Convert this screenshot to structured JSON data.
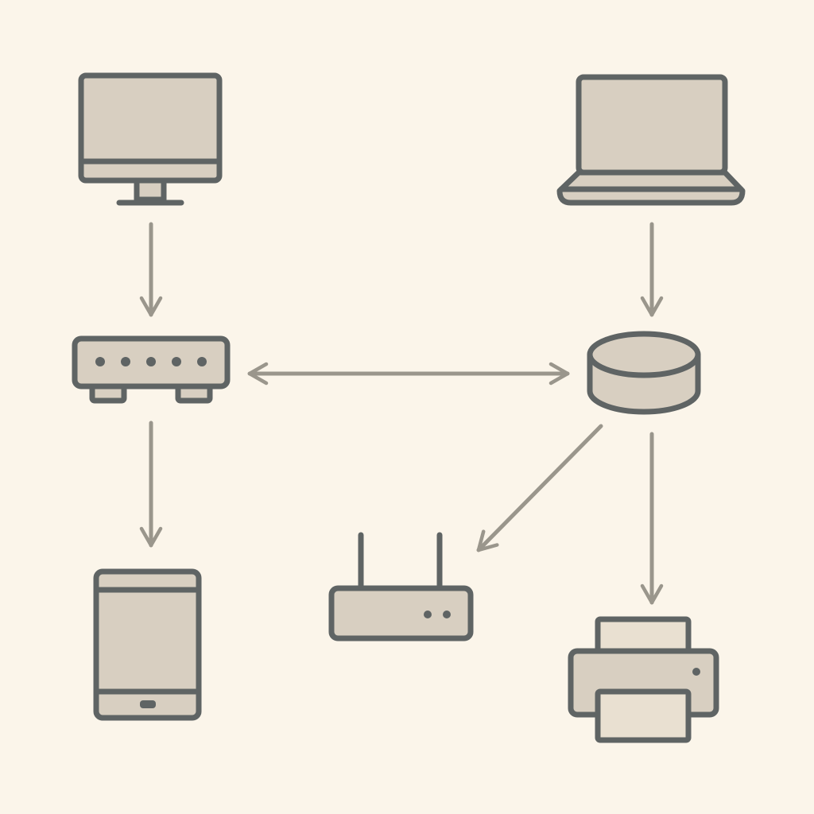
{
  "diagram": {
    "background_color": "#fbf5ea",
    "outline_color": "#5f6464",
    "device_fill_color": "#d8cfc1",
    "arrow_color": "#9a968c",
    "nodes": [
      {
        "id": "desktop",
        "icon": "desktop-monitor-icon"
      },
      {
        "id": "laptop",
        "icon": "laptop-icon"
      },
      {
        "id": "switch",
        "icon": "network-switch-icon"
      },
      {
        "id": "storage",
        "icon": "database-cylinder-icon"
      },
      {
        "id": "tablet",
        "icon": "tablet-icon"
      },
      {
        "id": "router",
        "icon": "wifi-router-icon"
      },
      {
        "id": "printer",
        "icon": "printer-icon"
      }
    ],
    "edges": [
      {
        "from": "desktop",
        "to": "switch",
        "direction": "forward"
      },
      {
        "from": "laptop",
        "to": "storage",
        "direction": "forward"
      },
      {
        "from": "switch",
        "to": "storage",
        "direction": "bidirectional"
      },
      {
        "from": "switch",
        "to": "tablet",
        "direction": "forward"
      },
      {
        "from": "storage",
        "to": "router",
        "direction": "forward"
      },
      {
        "from": "storage",
        "to": "printer",
        "direction": "forward"
      }
    ]
  }
}
